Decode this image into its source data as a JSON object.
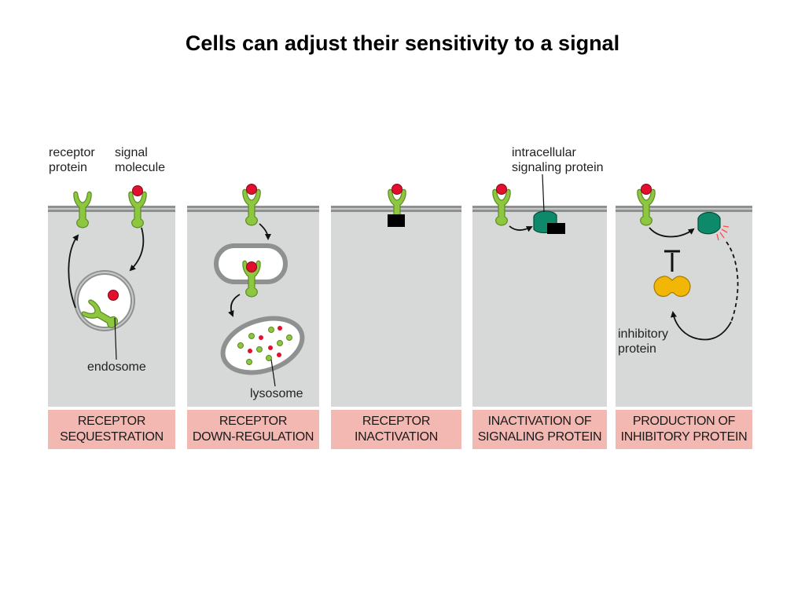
{
  "title": "Cells can adjust their sensitivity to a signal",
  "labels": {
    "receptor_protein": "receptor\nprotein",
    "signal_molecule": "signal\nmolecule",
    "endosome": "endosome",
    "lysosome": "lysosome",
    "intracellular_signaling_protein": "intracellular\nsignaling protein",
    "inhibitory_protein": "inhibitory\nprotein"
  },
  "panels": [
    {
      "caption": "RECEPTOR\nSEQUESTRATION"
    },
    {
      "caption": "RECEPTOR\nDOWN-REGULATION"
    },
    {
      "caption": "RECEPTOR\nINACTIVATION"
    },
    {
      "caption": "INACTIVATION OF\nSIGNALING PROTEIN"
    },
    {
      "caption": "PRODUCTION OF\nINHIBITORY PROTEIN"
    }
  ],
  "colors": {
    "receptor": "#8dc63f",
    "signal": "#e2102e",
    "signaling_protein": "#0e8a6a",
    "inhibitory_protein": "#f2b705",
    "inactivator": "#000000",
    "panel": "#d6d9d8",
    "caption_bg": "#f4b8b2"
  }
}
